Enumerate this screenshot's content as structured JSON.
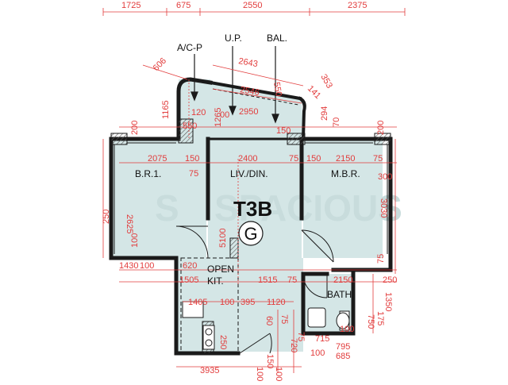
{
  "unit_code": "T3B",
  "unit_marker": "G",
  "watermark": "SPACIOUS",
  "rooms": {
    "bedroom1": "B.R.1.",
    "living_dining": "LIV./DIN.",
    "master_bedroom": "M.B.R.",
    "bath": "BATH",
    "open_kitchen_line1": "OPEN",
    "open_kitchen_line2": "KIT."
  },
  "labels": {
    "ac_platform": "A/C-P",
    "utility_platform": "U.P.",
    "balcony": "BAL."
  },
  "colors": {
    "floor": "#d4e6e6",
    "wall": "#1a1a1a",
    "dimension": "#e23c3c",
    "hatch": "#555555"
  },
  "dimensions": {
    "top": [
      "1725",
      "675",
      "2550",
      "2375"
    ],
    "bal_angled_1": "2643",
    "bal_angled_2": "2546",
    "bal_side_1": "550",
    "bal_side_2": "353",
    "bal_side_3": "141",
    "ac_width": "606",
    "ac_1165": "1165",
    "ac_120": "120",
    "ac_1265": "1265",
    "up_00": "00",
    "bal_2950": "2950",
    "bal_294": "294",
    "bal_70": "70",
    "v200_left": "200",
    "v200_right": "200",
    "h550": "550",
    "h150_a": "150",
    "row_br1": "2075",
    "row_150_a": "150",
    "row_2400": "2400",
    "row_75_a": "75",
    "row_150_b": "150",
    "row_2150": "2150",
    "row_75_b": "75",
    "row_75_c": "75",
    "row_300": "300",
    "v2625": "2625",
    "v250_left": "250",
    "v100_left": "100",
    "v5100": "5100",
    "v3030": "3030",
    "v75_right": "75",
    "row2_1430": "1430",
    "row2_100": "100",
    "row2_620": "620",
    "row2_1505": "1505",
    "row2_1515": "1515",
    "row2_75": "75",
    "row2_2150": "2150",
    "row2_250": "250",
    "row3_1405": "1405",
    "row3_100": "100",
    "row3_395": "395",
    "row3_1120": "1120",
    "v1350": "1350",
    "v175": "175",
    "v750": "750",
    "v60": "60",
    "v75_a": "75",
    "v75_b": "75",
    "v720": "720",
    "v250_b": "250",
    "v150": "150",
    "h715": "715",
    "h100_b": "100",
    "h795": "795",
    "h685": "685",
    "h100_c": "100",
    "bottom_3935": "3935",
    "bottom_100_a": "100",
    "bottom_100_b": "100"
  }
}
